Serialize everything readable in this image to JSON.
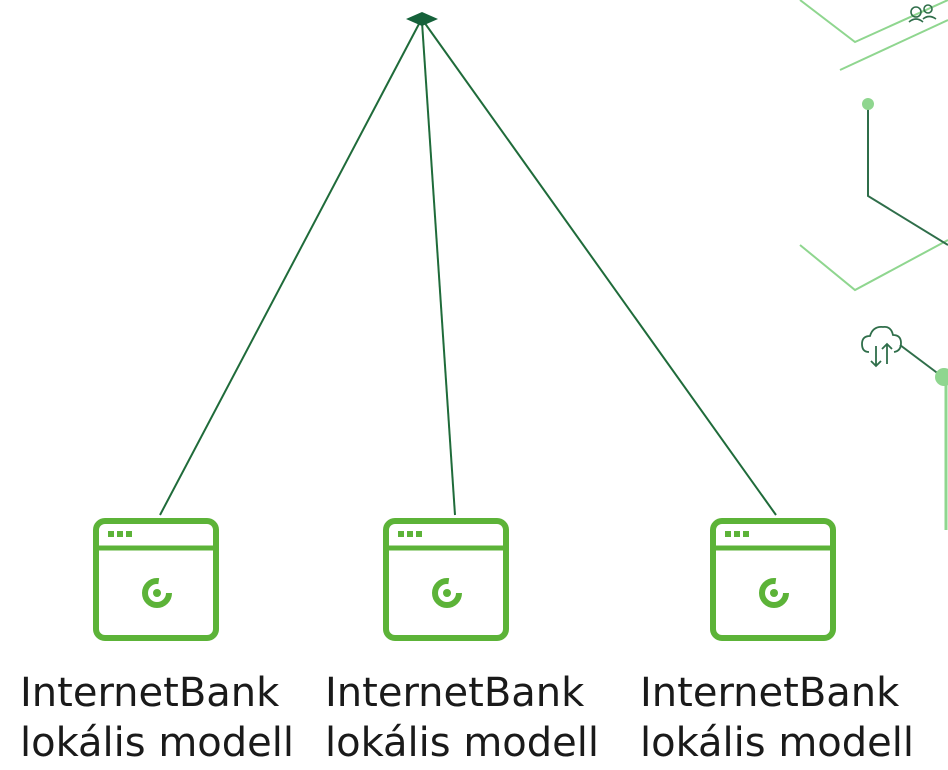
{
  "colors": {
    "connector": "#1f6b3a",
    "hub": "#15613a",
    "browser_icon": "#5cb338",
    "decor_line": "#7fcf7f",
    "decor_dark": "#2f6e4a",
    "label_text": "#1a1a1a"
  },
  "hub": {
    "icon": "diamond-node-icon"
  },
  "nodes": [
    {
      "line1": "InternetBank",
      "line2": "lokális modell",
      "icon": "browser-window-icon"
    },
    {
      "line1": "InternetBank",
      "line2": "lokális modell",
      "icon": "browser-window-icon"
    },
    {
      "line1": "InternetBank",
      "line2": "lokális modell",
      "icon": "browser-window-icon"
    }
  ],
  "decoration": {
    "icons": [
      "people-icon",
      "cloud-sync-icon"
    ]
  }
}
